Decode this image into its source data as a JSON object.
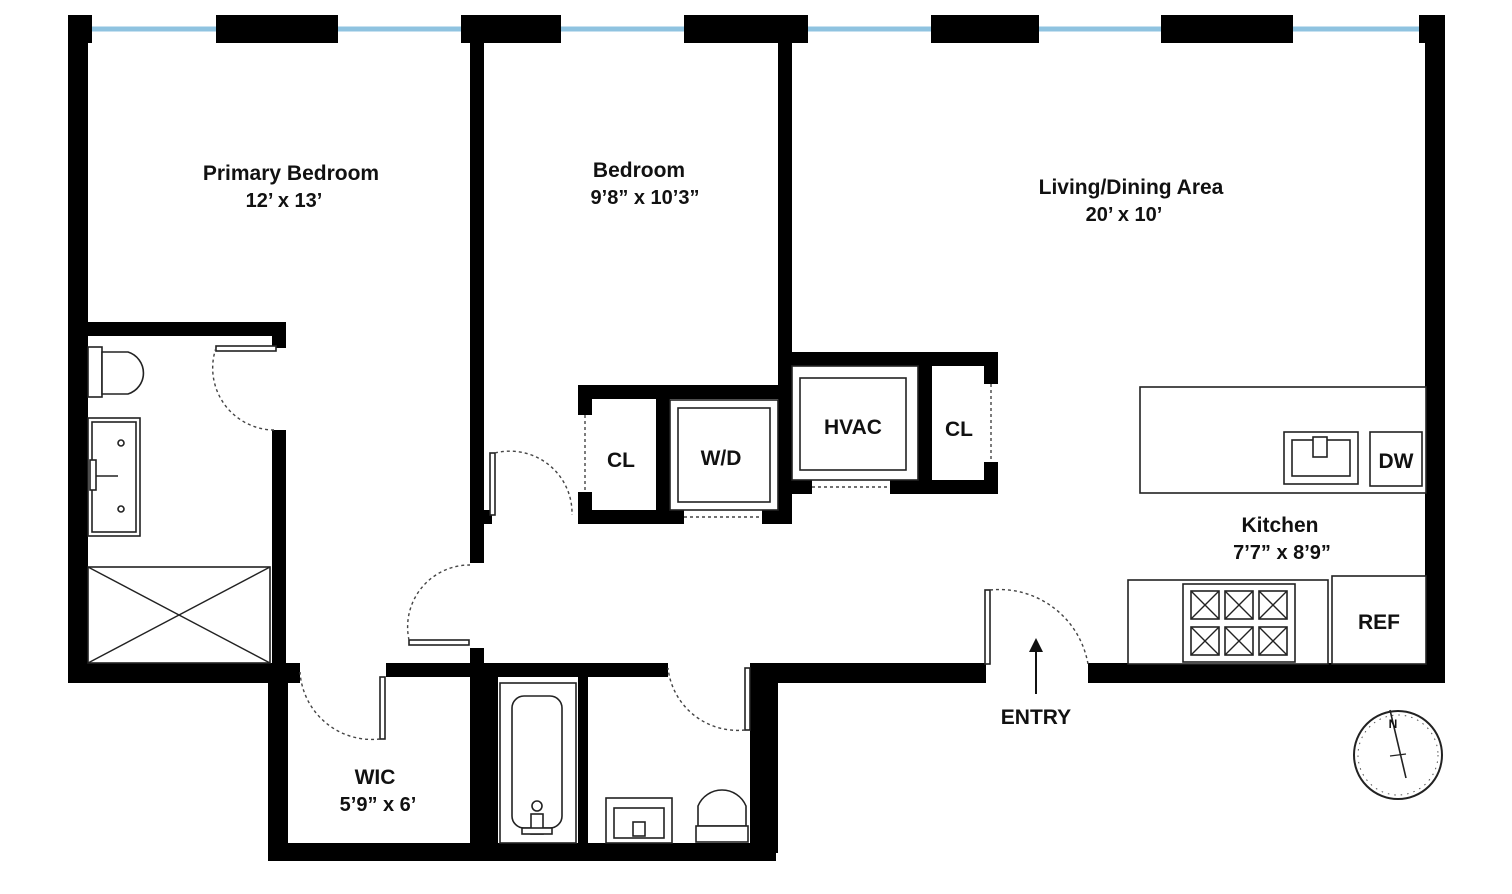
{
  "rooms": {
    "primary_bedroom": {
      "name": "Primary Bedroom",
      "dims": "12’ x 13’"
    },
    "bedroom": {
      "name": "Bedroom",
      "dims": "9’8” x 10’3”"
    },
    "living_dining": {
      "name": "Living/Dining Area",
      "dims": "20’ x 10’"
    },
    "kitchen": {
      "name": "Kitchen",
      "dims": "7’7” x 8’9”"
    },
    "wic": {
      "name": "WIC",
      "dims": "5’9” x 6’"
    }
  },
  "labels": {
    "cl_left": "CL",
    "wd": "W/D",
    "hvac": "HVAC",
    "cl_right": "CL",
    "dw": "DW",
    "ref": "REF",
    "entry": "ENTRY",
    "compass_n": "N"
  },
  "colors": {
    "wall": "#000000",
    "window": "#8fc3e0"
  }
}
